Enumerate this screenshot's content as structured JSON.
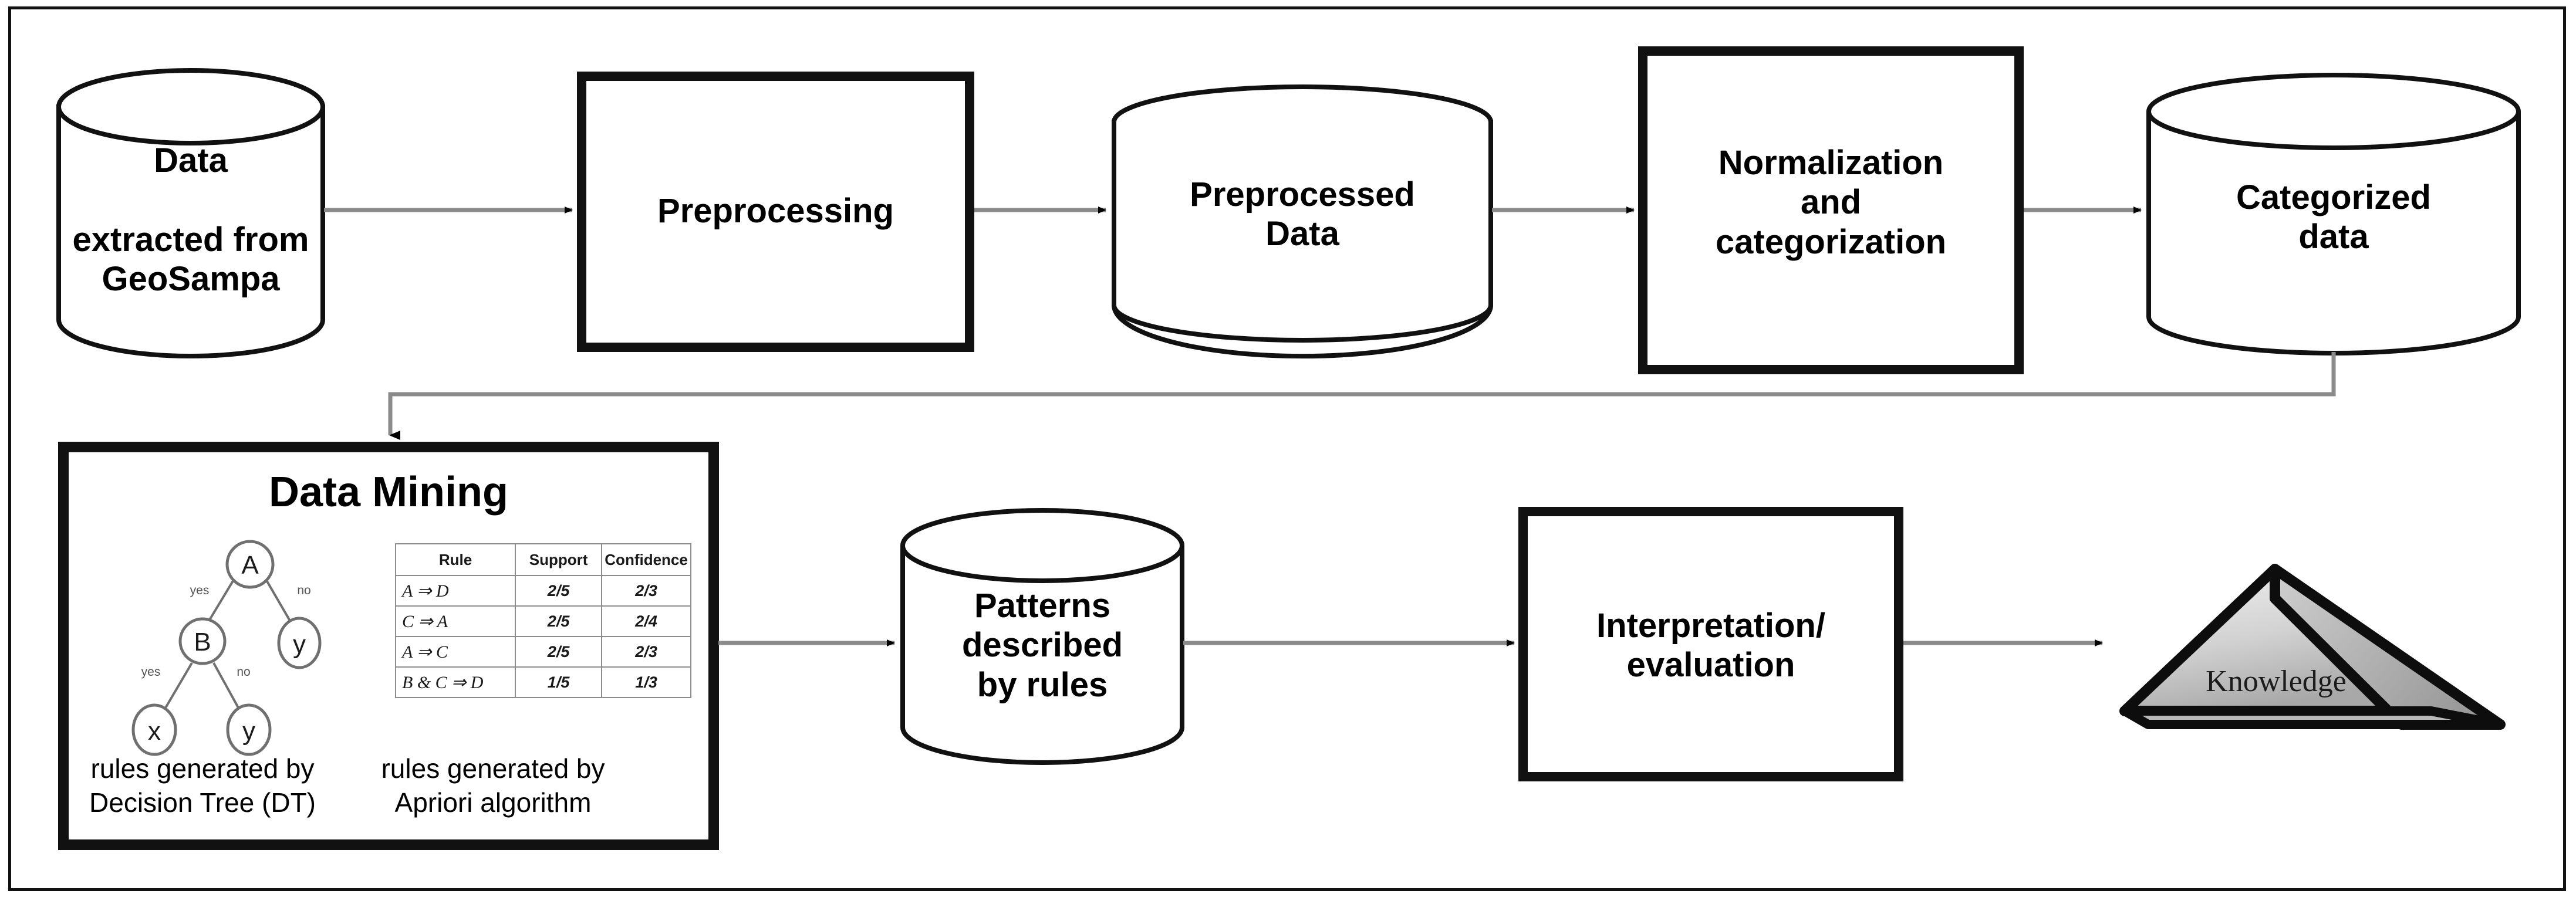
{
  "figure": {
    "type": "process-flow-diagram",
    "title": "Knowledge discovery pipeline from GeoSampa data"
  },
  "nodes": {
    "data_source": {
      "shape": "cylinder",
      "label_bold": "Data",
      "label_rest": "extracted from",
      "label_line2": "GeoSampa"
    },
    "preprocessing": {
      "shape": "process-box",
      "label": "Preprocessing"
    },
    "preprocessed_data": {
      "shape": "cylinder",
      "label_line1": "Preprocessed",
      "label_line2": "Data"
    },
    "normalization": {
      "shape": "process-box",
      "label_line1": "Normalization",
      "label_line2": "and",
      "label_line3": "categorization"
    },
    "categorized_data": {
      "shape": "cylinder",
      "label_line1": "Categorized",
      "label_line2": "data"
    },
    "data_mining": {
      "shape": "process-box",
      "title": "Data Mining",
      "caption_left": "rules generated by\nDecision Tree (DT)",
      "caption_right": "rules generated by\nApriori algorithm"
    },
    "patterns": {
      "shape": "cylinder",
      "label_line1": "Patterns  described",
      "label_line2": "by rules"
    },
    "interpretation": {
      "shape": "process-box",
      "label_line1": "Interpretation/",
      "label_line2": "evaluation"
    },
    "knowledge": {
      "shape": "pyramid",
      "label": "Knowledge"
    }
  },
  "decision_tree": {
    "nodes": [
      {
        "id": "A",
        "label": "A"
      },
      {
        "id": "B",
        "label": "B"
      },
      {
        "id": "y1",
        "label": "y"
      },
      {
        "id": "x",
        "label": "x"
      },
      {
        "id": "y2",
        "label": "y"
      }
    ],
    "edges": [
      {
        "from": "A",
        "to": "B",
        "label": "yes"
      },
      {
        "from": "A",
        "to": "y1",
        "label": "no"
      },
      {
        "from": "B",
        "to": "x",
        "label": "yes"
      },
      {
        "from": "B",
        "to": "y2",
        "label": "no"
      }
    ]
  },
  "rules_table": {
    "headers": [
      "Rule",
      "Support",
      "Confidence"
    ],
    "rows": [
      {
        "rule": "A ⇒ D",
        "support": "2/5",
        "confidence": "2/3"
      },
      {
        "rule": "C ⇒ A",
        "support": "2/5",
        "confidence": "2/4"
      },
      {
        "rule": "A ⇒ C",
        "support": "2/5",
        "confidence": "2/3"
      },
      {
        "rule": "B & C ⇒ D",
        "support": "1/5",
        "confidence": "1/3"
      }
    ]
  },
  "flow": {
    "edges": [
      {
        "from": "data_source",
        "to": "preprocessing",
        "style": "arrow"
      },
      {
        "from": "preprocessing",
        "to": "preprocessed_data",
        "style": "arrow"
      },
      {
        "from": "preprocessed_data",
        "to": "normalization",
        "style": "arrow"
      },
      {
        "from": "normalization",
        "to": "categorized_data",
        "style": "arrow"
      },
      {
        "from": "categorized_data",
        "to": "data_mining",
        "style": "elbow-arrow"
      },
      {
        "from": "data_mining",
        "to": "patterns",
        "style": "arrow"
      },
      {
        "from": "patterns",
        "to": "interpretation",
        "style": "arrow"
      },
      {
        "from": "interpretation",
        "to": "knowledge",
        "style": "arrow"
      }
    ]
  },
  "colors": {
    "stroke": "#111111",
    "connector": "#8a8a8a",
    "arrowhead": "#000000",
    "background": "#ffffff",
    "pyramid_light": "#e9e9e9",
    "pyramid_dark": "#9a9a9a",
    "table_border": "#8d8d8d"
  }
}
